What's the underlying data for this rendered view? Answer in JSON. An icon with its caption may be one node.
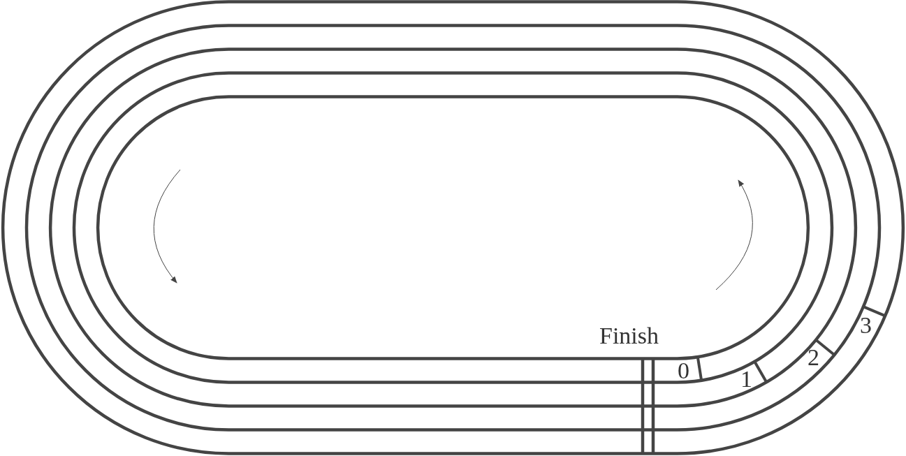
{
  "diagram": {
    "labels": [
      "Finish",
      "0",
      "1",
      "2",
      "3"
    ]
  }
}
